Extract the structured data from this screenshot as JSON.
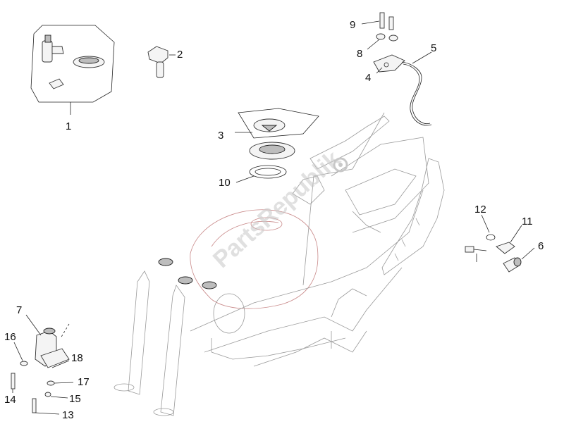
{
  "callouts": [
    "1",
    "2",
    "3",
    "4",
    "5",
    "6",
    "7",
    "8",
    "9",
    "10",
    "11",
    "12",
    "13",
    "14",
    "15",
    "16",
    "17",
    "18"
  ],
  "watermark": "PartsRepublik"
}
